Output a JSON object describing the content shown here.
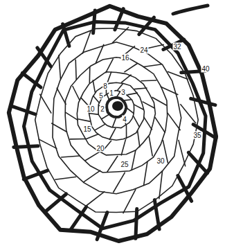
{
  "diagram": {
    "labels": [
      "24",
      "16",
      "32",
      "40",
      "8",
      "5",
      "1",
      "3",
      "10",
      "2",
      "4",
      "15",
      "35",
      "20",
      "25",
      "30"
    ]
  }
}
